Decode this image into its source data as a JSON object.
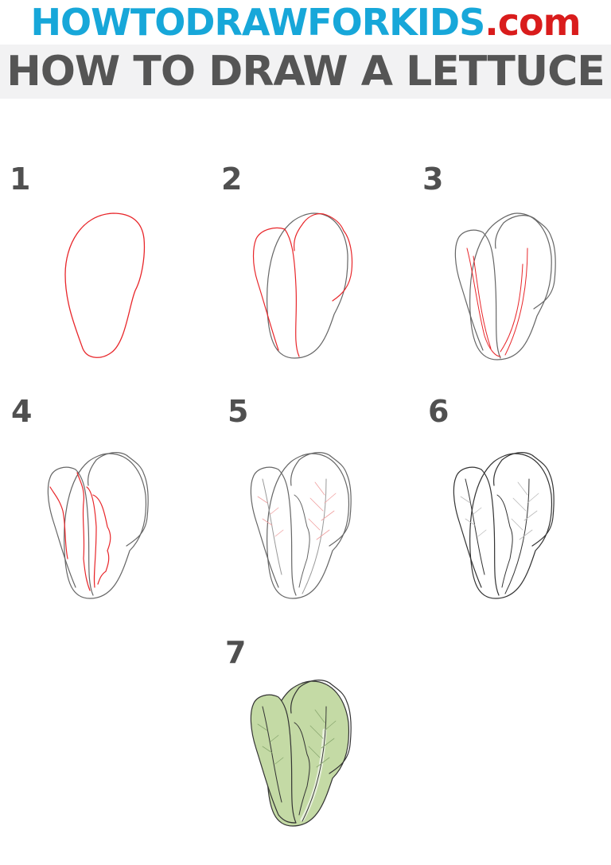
{
  "header": {
    "site_name": "HOWTODRAWFORKIDS",
    "site_tld": ".com",
    "title": "HOW TO DRAW A LETTUCE"
  },
  "colors": {
    "brand_blue": "#17a7d9",
    "brand_red": "#d91c1c",
    "title_gray": "#555555",
    "band_bg": "#f2f2f3",
    "new_line_red": "#e8262a",
    "sketch_gray": "#555555",
    "lettuce_green": "#c4daa5"
  },
  "steps": [
    {
      "number": "1",
      "description": "lettuce-head-oval-outline"
    },
    {
      "number": "2",
      "description": "leaf-outlines-added"
    },
    {
      "number": "3",
      "description": "leaf-stem-lines"
    },
    {
      "number": "4",
      "description": "wavy-leaf-edges"
    },
    {
      "number": "5",
      "description": "leaf-veins"
    },
    {
      "number": "6",
      "description": "clean-outline"
    },
    {
      "number": "7",
      "description": "colored-green-lettuce"
    }
  ]
}
